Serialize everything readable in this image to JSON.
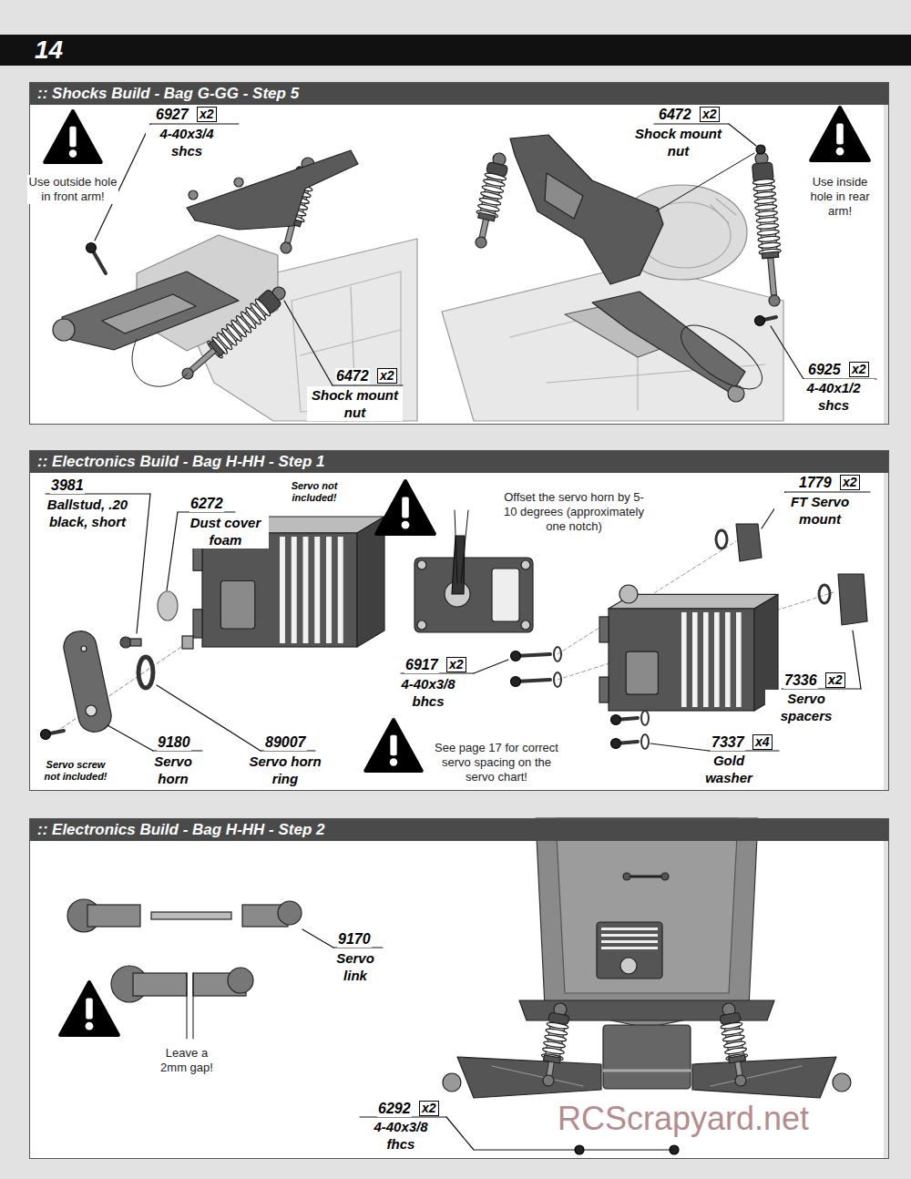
{
  "diagram": {
    "nodes": [
      {
        "text": [
          "14"
        ]
      },
      {
        "text": [
          ":: Shocks Build - Bag G-GG - Step 5"
        ]
      },
      {
        "text": [
          ":: Electronics Build - Bag H-HH - Step 1"
        ]
      },
      {
        "text": [
          ":: Electronics Build - Bag H-HH - Step 2"
        ]
      }
    ],
    "labels": [
      "6927",
      "x2",
      "4-40x3/4 shcs",
      "Use outside hole in front arm!",
      "6472",
      "x2",
      "Shock mount nut",
      "Use inside hole in rear arm!",
      "6472",
      "x2",
      "Shock mount nut",
      "6925",
      "x2",
      "4-40x1/2 shcs",
      "3981",
      "Ballstud, .20 black, short",
      "6272",
      "Dust cover foam",
      "Servo not included!",
      "Offset the servo horn by 5-10 degrees (approximately one notch)",
      "1779",
      "x2",
      "FT Servo mount",
      "6917",
      "x2",
      "4-40x3/8 bhcs",
      "7336",
      "x2",
      "Servo spacers",
      "7337",
      "x4",
      "Gold washer",
      "9180",
      "Servo horn",
      "89007",
      "Servo horn ring",
      "Servo screw not included!",
      "See page 17 for correct servo spacing on the servo chart!",
      "9170",
      "Servo link",
      "Leave a 2mm gap!",
      "6292",
      "x2",
      "4-40x3/8 fhcs",
      "RCScrapyard.net"
    ]
  }
}
